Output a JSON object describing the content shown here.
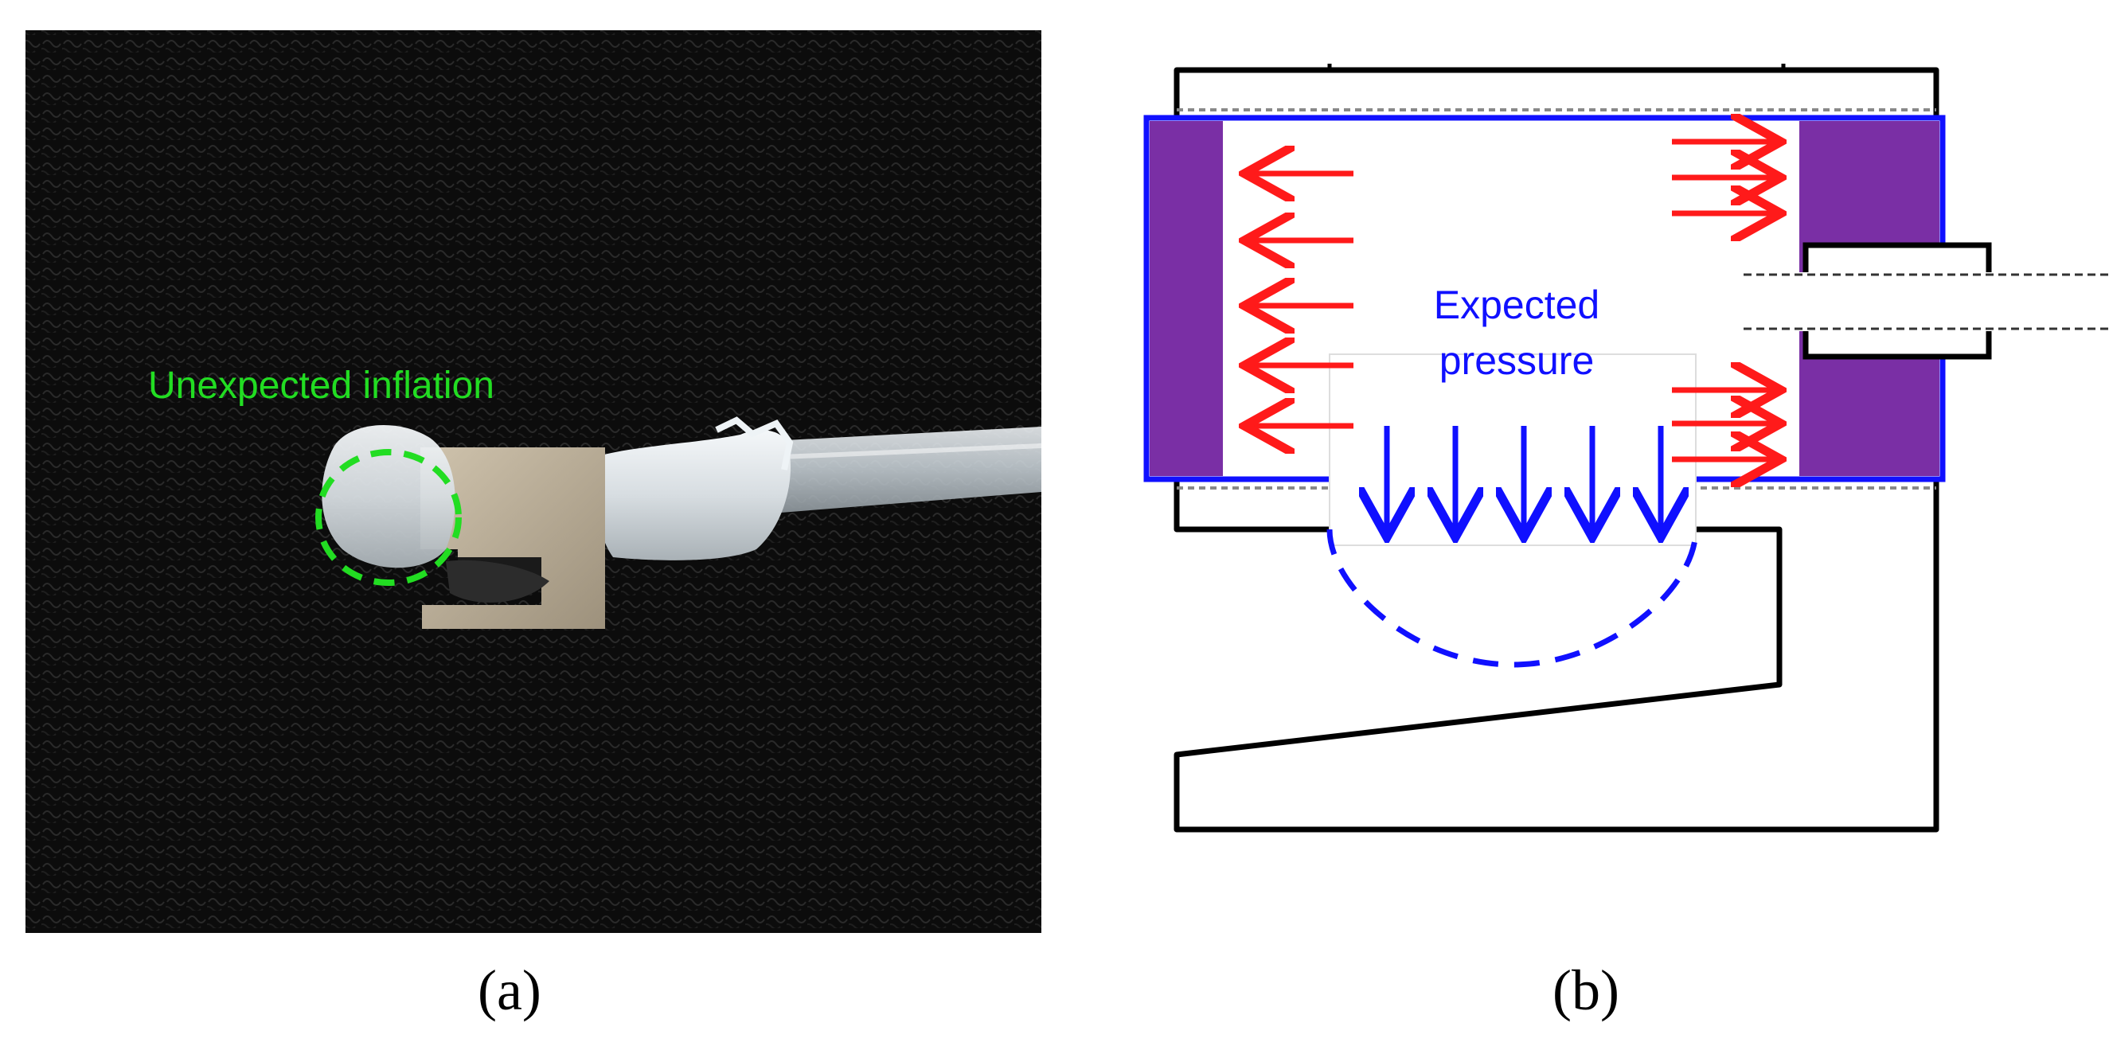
{
  "panels": {
    "a": {
      "label": "(a)",
      "annotation": "Unexpected inflation"
    },
    "b": {
      "label": "(b)",
      "annotation_line1": "Expected",
      "annotation_line2": "pressure"
    }
  },
  "colors": {
    "annotation_green": "#22dd22",
    "pressure_blue": "#1010ff",
    "arrow_red": "#ff1a1a",
    "chamber_purple": "#7a2fa5",
    "photo_background": "#0e0e0e",
    "metal_clip": "#b8ab93",
    "silicone": "#dfe6ea"
  }
}
